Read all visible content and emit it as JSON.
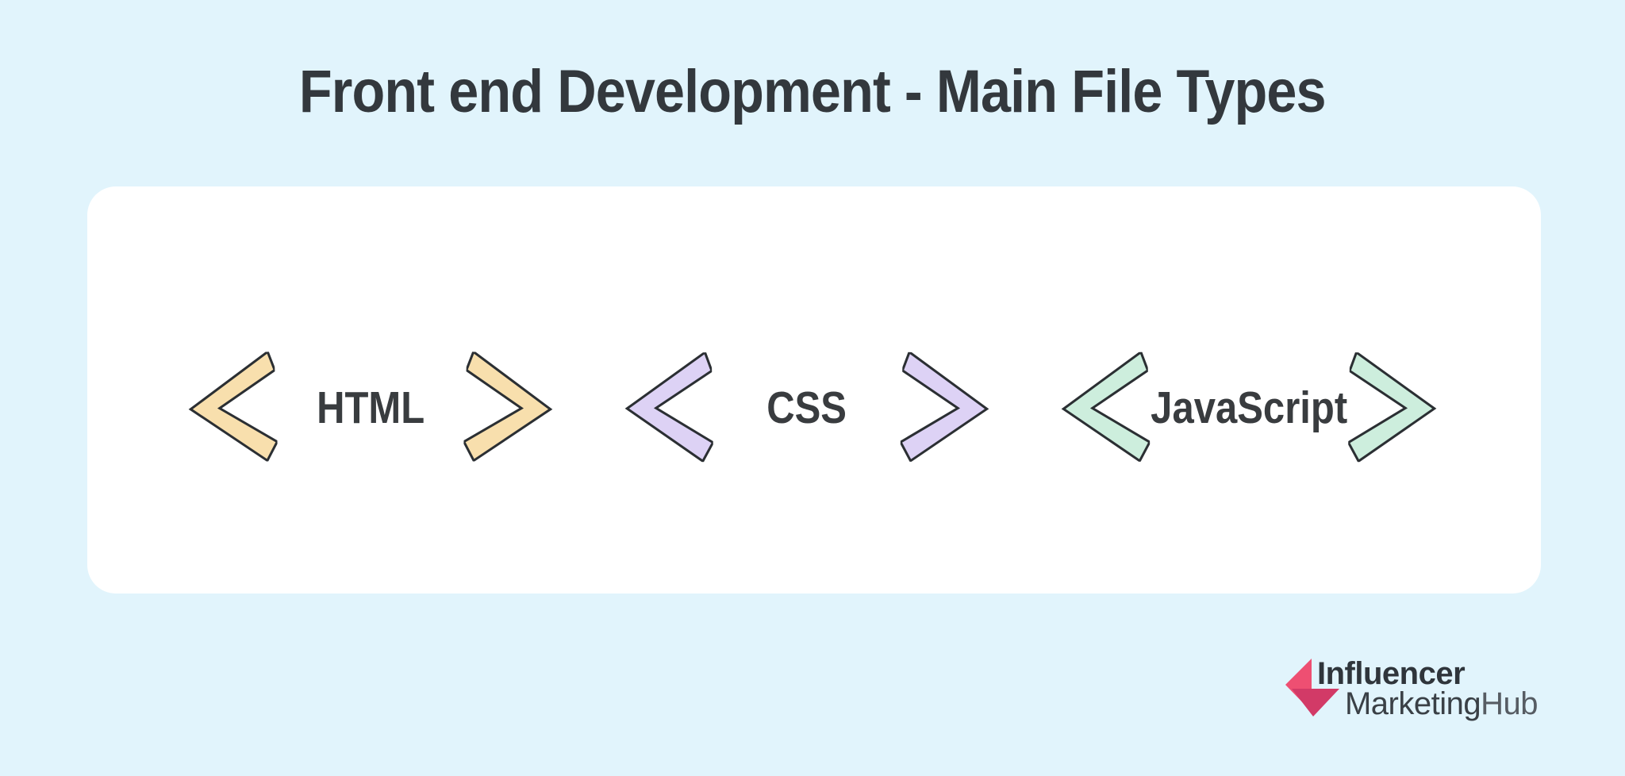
{
  "title": "Front end Development - Main File Types",
  "panel": {
    "groups": [
      {
        "id": "html",
        "label": "HTML",
        "fill": "#f8dfad"
      },
      {
        "id": "css",
        "label": "CSS",
        "fill": "#ddd2f5"
      },
      {
        "id": "js",
        "label": "JavaScript",
        "fill": "#cdeedd"
      }
    ]
  },
  "branding": {
    "line1": "Influencer",
    "line2_regular": "Marketing",
    "line2_light": "Hub",
    "icon": "influencer-marketinghub-arrow-icon",
    "icon_color_light": "#ee4f72",
    "icon_color_dark": "#d23a67"
  },
  "colors": {
    "background": "#e1f4fc",
    "card": "#ffffff",
    "outline": "#2b2f33",
    "label_text": "#393c3f",
    "title_text": "#33383d"
  }
}
